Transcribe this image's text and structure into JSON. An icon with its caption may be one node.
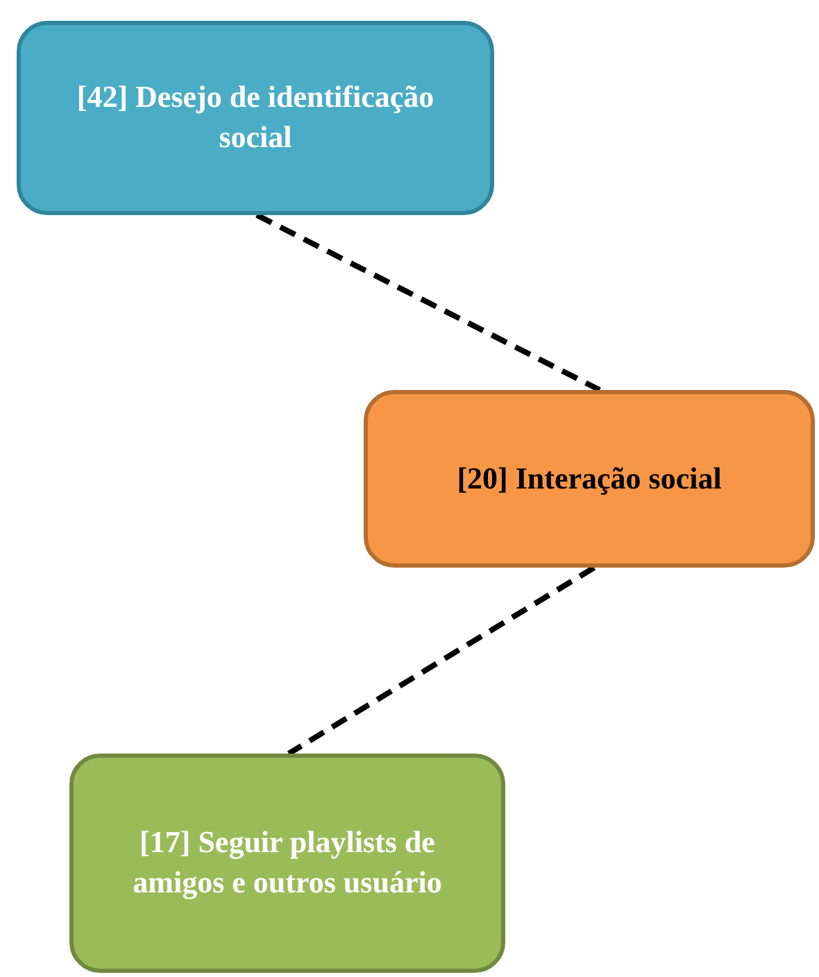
{
  "diagram": {
    "nodes": [
      {
        "text": [
          "[42] Desejo de identificação social"
        ]
      },
      {
        "text": [
          "[20] Interação social"
        ]
      },
      {
        "text": [
          "[17] Seguir playlists de amigos e outros usuário"
        ]
      }
    ],
    "edges": [
      {
        "from": 0,
        "to": 1,
        "arrow": "none",
        "style": "dashed"
      },
      {
        "from": 1,
        "to": 2,
        "arrow": "none",
        "style": "dashed"
      }
    ]
  }
}
